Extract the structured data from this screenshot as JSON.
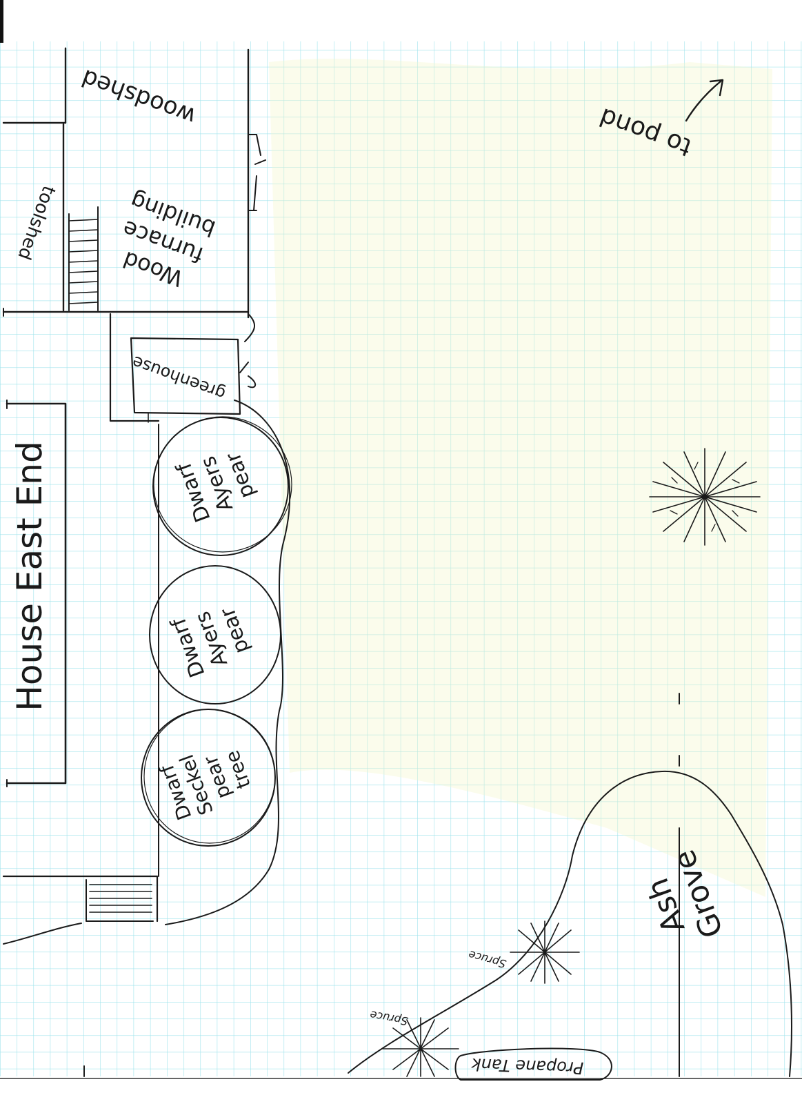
{
  "labels": {
    "woodshed": "woodshed",
    "toolshed": "toolshed",
    "furnace_line1": "Wood",
    "furnace_line2": "furnace",
    "furnace_line3": "building",
    "greenhouse": "greenhouse",
    "house": "House East End",
    "pear1_line1": "Dwarf",
    "pear1_line2": "Ayers",
    "pear1_line3": "pear",
    "pear2_line1": "Dwarf",
    "pear2_line2": "Ayers",
    "pear2_line3": "pear",
    "pear3_line1": "Dwarf",
    "pear3_line2": "Seckel",
    "pear3_line3": "pear",
    "pear3_line4": "tree",
    "to_pond": "to pond",
    "ash_line1": "Ash",
    "ash_line2": "Grove",
    "spruce1": "Spruce",
    "spruce2": "Spruce",
    "propane": "Propane Tank"
  },
  "colors": {
    "grid": "#9fe3ec",
    "ink": "#1a1a1a",
    "tint": "#f3f7c9"
  }
}
